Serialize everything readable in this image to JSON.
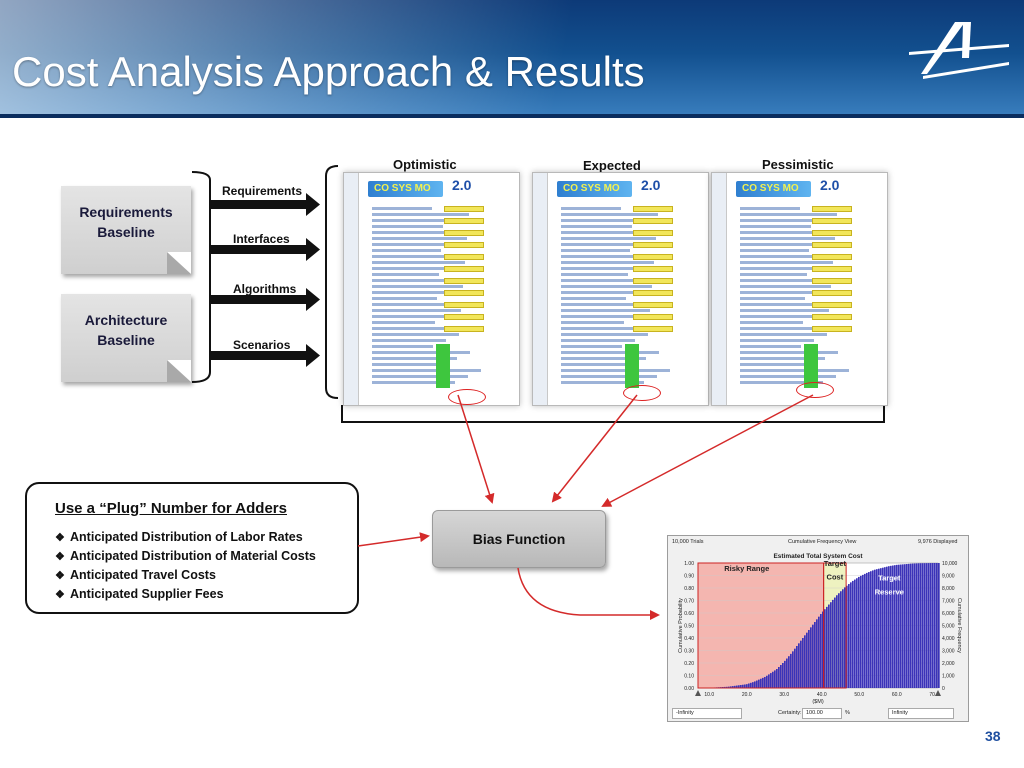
{
  "slide": {
    "title": "Cost Analysis Approach & Results",
    "page_number": "38"
  },
  "baselines": [
    {
      "label": "Requirements Baseline"
    },
    {
      "label": "Architecture Baseline"
    }
  ],
  "inputs": [
    "Requirements",
    "Interfaces",
    "Algorithms",
    "Scenarios"
  ],
  "cases": [
    "Optimistic",
    "Expected",
    "Pessimistic"
  ],
  "spreadsheet": {
    "banner": "CO SYS MO",
    "version": "2.0"
  },
  "plug": {
    "title": "Use a “Plug” Number for Adders",
    "items": [
      "Anticipated Distribution of Labor Rates",
      "Anticipated Distribution of Material Costs",
      "Anticipated Travel Costs",
      "Anticipated Supplier Fees"
    ]
  },
  "bias_function": "Bias Function",
  "chart_window": {
    "trials": "10,000 Trials",
    "view": "Cumulative Frequency View",
    "displayed": "9,976 Displayed",
    "left_field": "-Infinity",
    "certainty_label": "Certainty:",
    "certainty_value": "100.00",
    "certainty_unit": "%",
    "right_field": "Infinity"
  },
  "chart_data": {
    "type": "area",
    "title": "Estimated Total System Cost",
    "xlabel": "($M)",
    "ylabel": "Cumulative Probability",
    "y2label": "Cumulative Frequency",
    "xlim": [
      7.0,
      71.0
    ],
    "ylim": [
      0,
      1.0
    ],
    "x_ticks": [
      "10.0",
      "20.0",
      "30.0",
      "40.0",
      "50.0",
      "60.0",
      "70.0"
    ],
    "y_ticks": [
      "0.00",
      "0.10",
      "0.20",
      "0.30",
      "0.40",
      "0.50",
      "0.60",
      "0.70",
      "0.80",
      "0.90",
      "1.00"
    ],
    "y2_ticks": [
      "0",
      "1,000",
      "2,000",
      "3,000",
      "4,000",
      "5,000",
      "6,000",
      "7,000",
      "8,000",
      "9,000",
      "10,000"
    ],
    "series": [
      {
        "x": [
          7,
          10,
          15,
          20,
          22,
          25,
          28,
          30,
          32,
          34,
          36,
          38,
          40,
          42,
          44,
          46,
          48,
          50,
          52,
          54,
          56,
          58,
          60,
          62,
          64,
          66,
          68,
          70
        ],
        "y": [
          0.0,
          0.002,
          0.01,
          0.03,
          0.05,
          0.09,
          0.15,
          0.21,
          0.28,
          0.36,
          0.44,
          0.52,
          0.6,
          0.67,
          0.74,
          0.8,
          0.85,
          0.89,
          0.92,
          0.945,
          0.96,
          0.975,
          0.985,
          0.99,
          0.995,
          0.998,
          0.999,
          1.0
        ]
      }
    ],
    "regions": [
      {
        "label": "Risky Range",
        "x_from": 7.0,
        "x_to": 40.5,
        "color": "#f4b6b0"
      },
      {
        "label": "Target Cost",
        "x_from": 40.5,
        "x_to": 46.5,
        "color": "#eef2c0"
      },
      {
        "label": "Target Reserve",
        "x_from": 46.5,
        "x_to": 71.0,
        "color": "#4b3fbf"
      }
    ],
    "colors": {
      "fill": "#3b33b8",
      "risky": "#f4b6b0",
      "target_cost": "#eef2c0",
      "region_border": "#cc2222"
    }
  }
}
